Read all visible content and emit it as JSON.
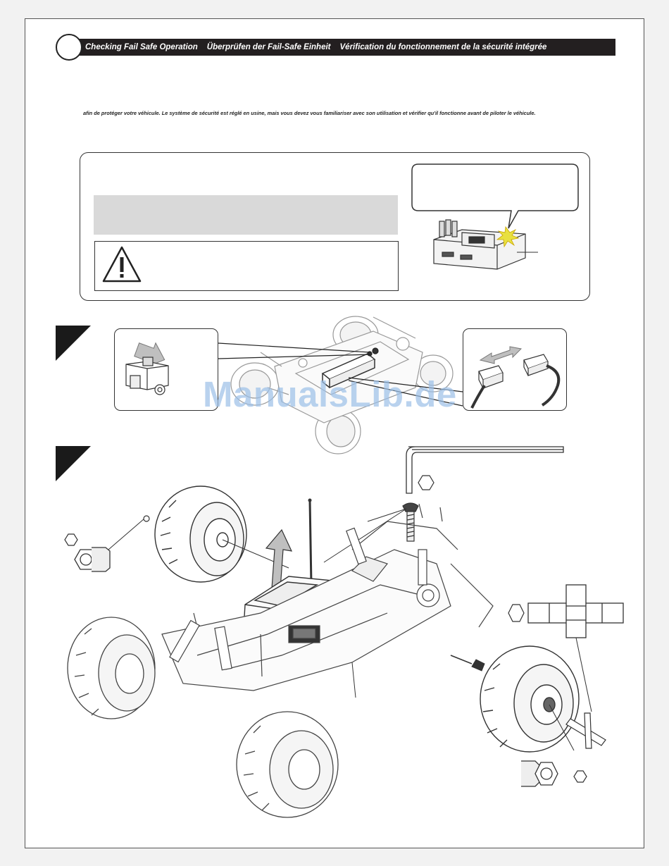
{
  "header": {
    "title_en": "Checking Fail Safe Operation",
    "title_de": "Überprüfen der Fail-Safe Einheit",
    "title_fr": "Vérification du fonctionnement de la sécurité intégrée"
  },
  "intro": {
    "text_fr": "afin de protéger votre véhicule. Le système de sécurité est réglé en usine, mais vous devez vous familiariser avec son utilisation et vérifier qu'il fonctionne avant de piloter le véhicule."
  },
  "watermark": {
    "text": "ManualsLib.de"
  },
  "icons": {
    "warning": "warning-triangle-icon",
    "hex": "hex-nut-icon",
    "arrow": "direction-arrow-icon"
  },
  "colors": {
    "header_bar": "#231f20",
    "grey_band": "#d9d9d9",
    "watermark": "#9cc0e8"
  }
}
